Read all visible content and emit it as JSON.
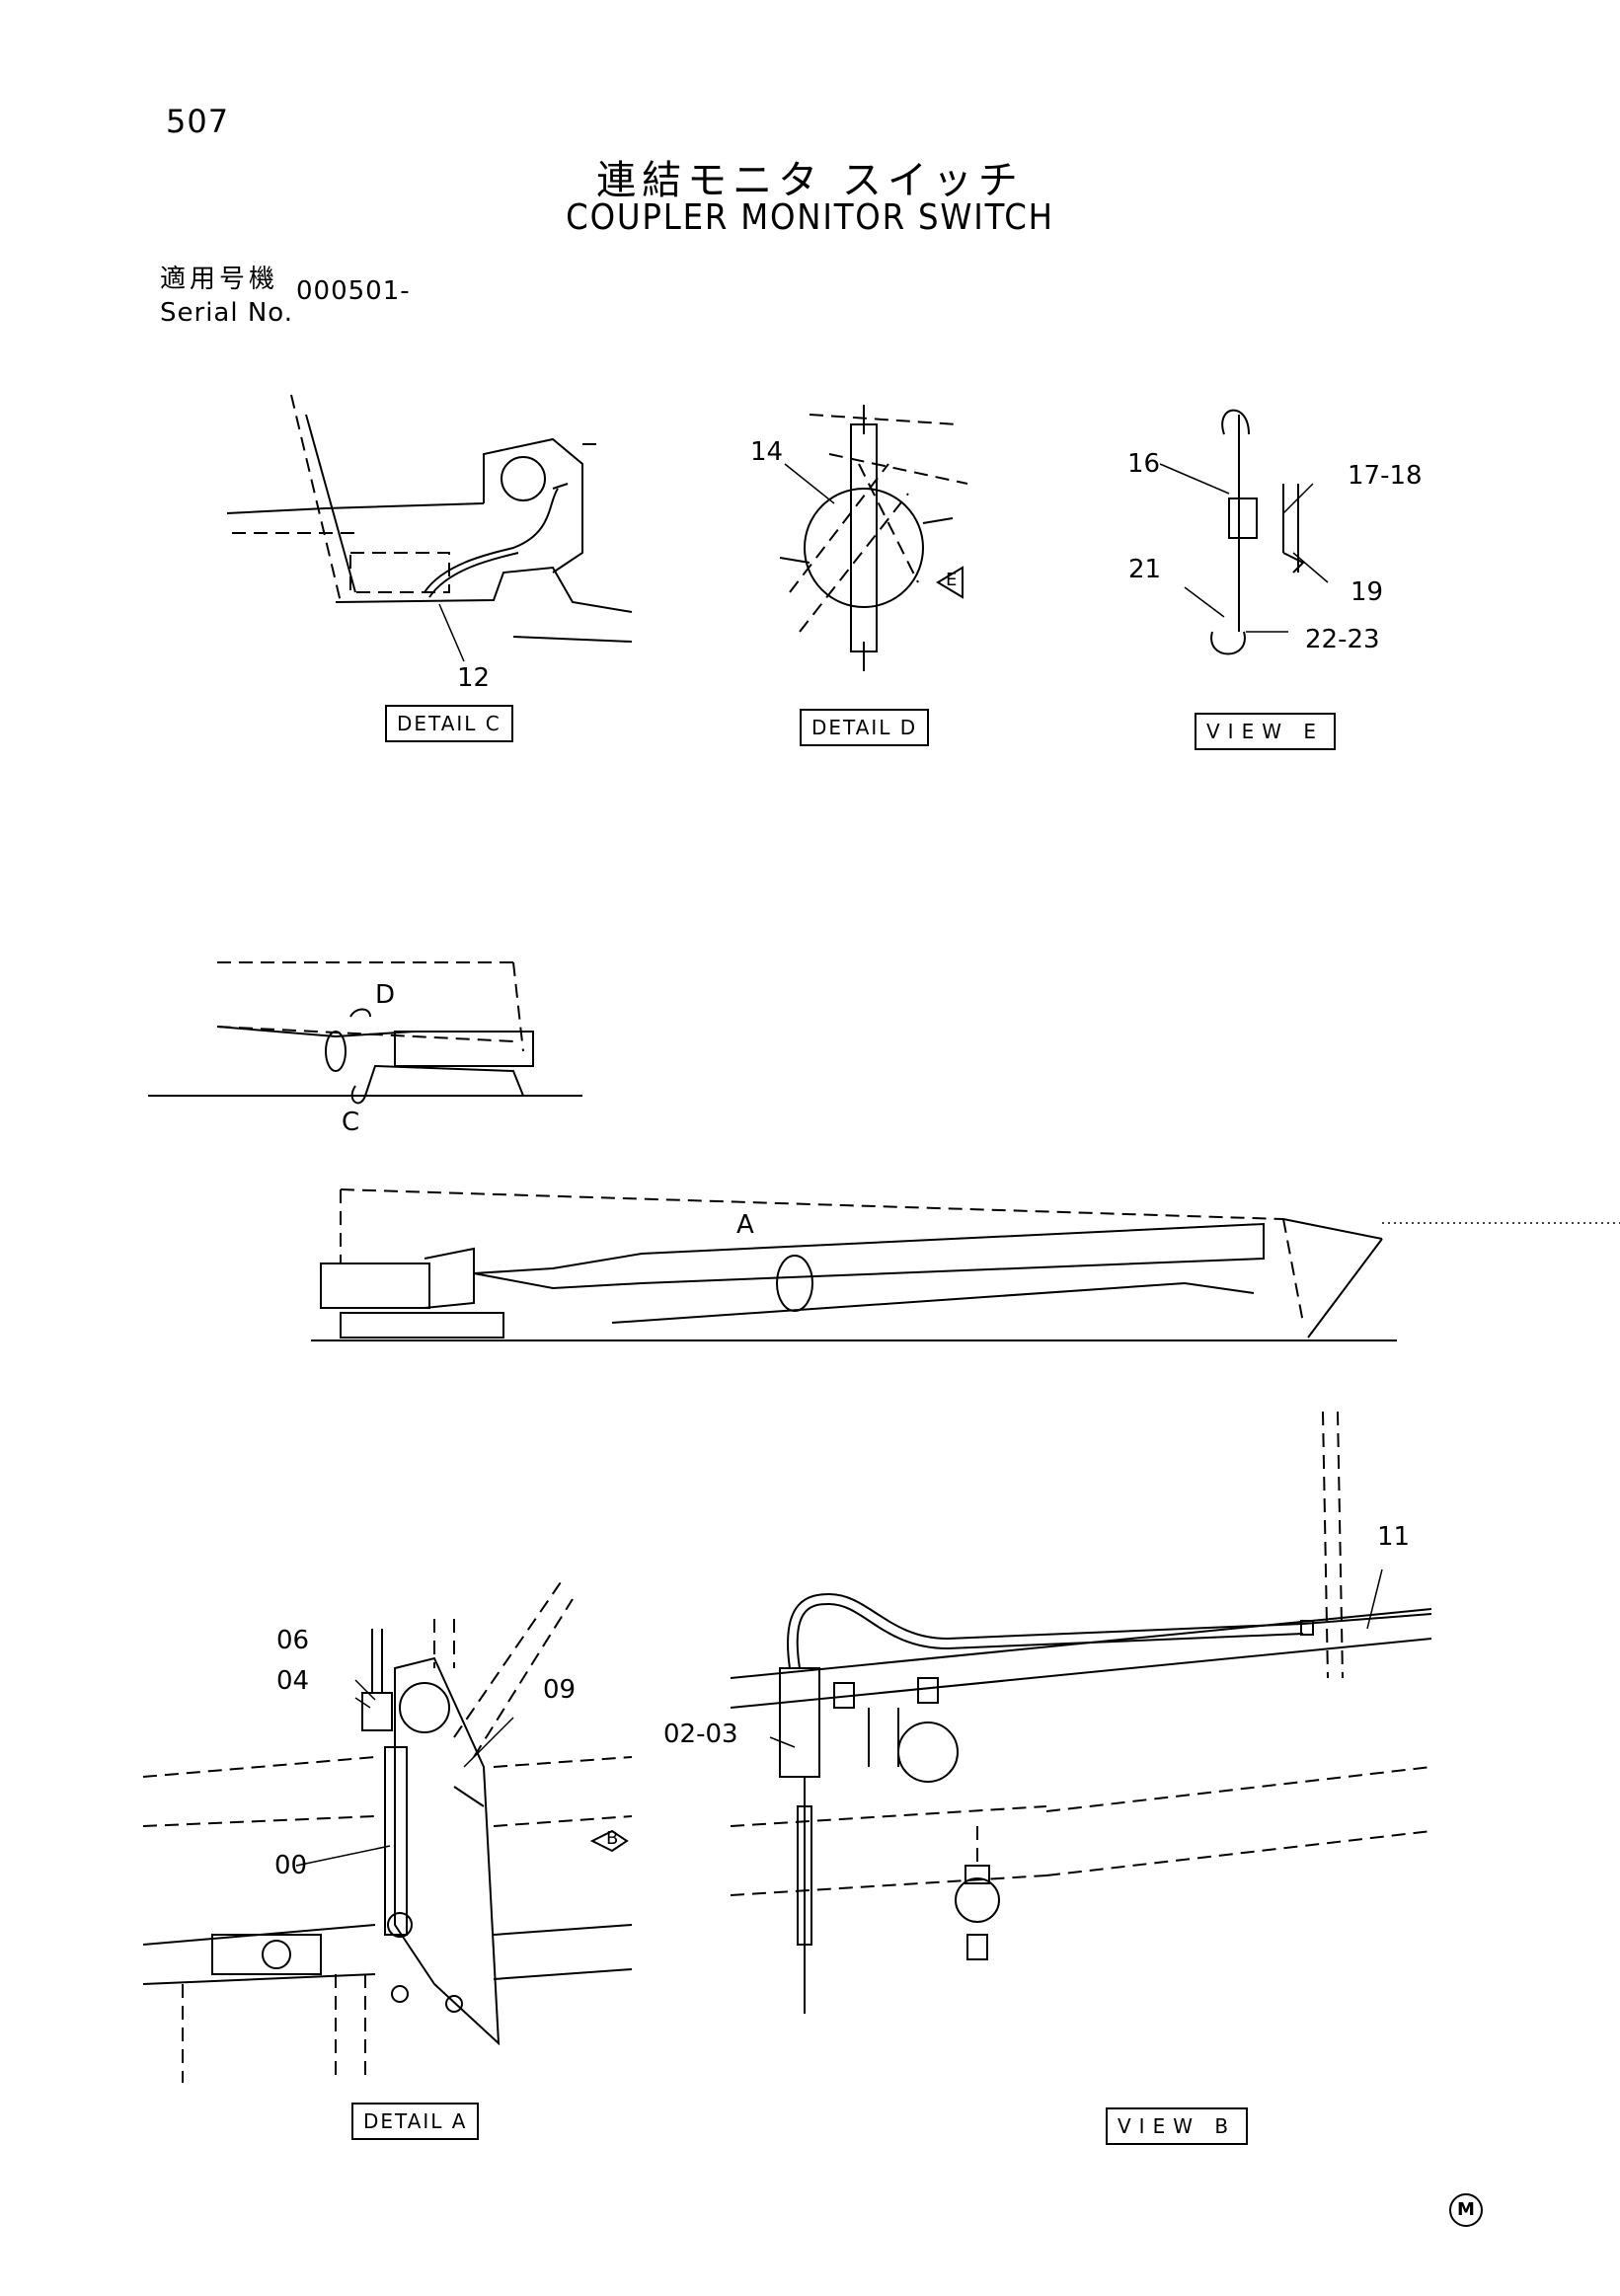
{
  "page_number": "507",
  "title_jp": "連結モニタ スイッチ",
  "title_en": "COUPLER MONITOR SWITCH",
  "serial": {
    "label_jp": "適用号機",
    "label_en": "Serial No.",
    "value": "000501-"
  },
  "views": {
    "detail_c": "DETAIL C",
    "detail_d": "DETAIL D",
    "view_e": "VIEW E",
    "detail_a": "DETAIL A",
    "view_b": "VIEW B"
  },
  "callouts": {
    "c12": "12",
    "c14": "14",
    "c16": "16",
    "c17_18": "17-18",
    "c19": "19",
    "c21": "21",
    "c22_23": "22-23",
    "arrow_e": "E",
    "marker_d": "D",
    "marker_c": "C",
    "marker_a": "A",
    "c06": "06",
    "c04": "04",
    "c09": "09",
    "c00": "00",
    "arrow_b": "B",
    "c02_03": "02-03",
    "c11": "11"
  },
  "logo": "M"
}
